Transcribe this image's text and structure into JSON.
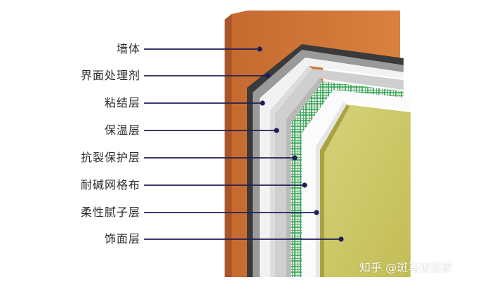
{
  "labels": [
    "墙体",
    "界面处理剂",
    "粘结层",
    "保温层",
    "抗裂保护层",
    "耐碱网格布",
    "柔性腻子层",
    "饰面层"
  ],
  "watermark": "知乎 @斑马被适家",
  "colors": {
    "wall": "#d0783c",
    "primer": "#3a3a3a",
    "adhesive": "#9a9a9a",
    "insulation": "#eeeeee",
    "crack_resistant": "#cfcfcf",
    "mesh": "#2fa64e",
    "putty": "#fafafa",
    "finish": "#c7c260",
    "leader_line": "#1f1f5a",
    "text": "#2a2a2a"
  }
}
